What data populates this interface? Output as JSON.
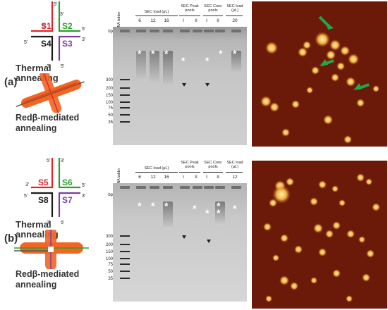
{
  "panels": [
    {
      "label": "(a)",
      "strands": [
        "S1",
        "S2",
        "S4",
        "S3"
      ],
      "thermal_label": "Thermal annealing",
      "redb_label_line1": "Redβ-mediated",
      "redb_label_line2": "annealing",
      "gel": {
        "ladder_title": "DNA ladder",
        "bp_unit": "bp",
        "groups": [
          {
            "name": "SEC load (μL)",
            "lanes": [
              "6",
              "12",
              "16"
            ]
          },
          {
            "name": "SEC Peak pools",
            "lanes": [
              "I",
              "II"
            ]
          },
          {
            "name": "SEC Conc pools",
            "lanes": [
              "I",
              "II"
            ]
          },
          {
            "name": "SEC load (μL)",
            "lanes": [
              "20"
            ]
          }
        ],
        "ladder_bp": [
          "300",
          "200",
          "150",
          "100",
          "75",
          "50",
          "35"
        ]
      },
      "afm_arrows": 3
    },
    {
      "label": "(b)",
      "strands": [
        "S5",
        "S6",
        "S8",
        "S7"
      ],
      "thermal_label": "Thermal annealing",
      "redb_label_line1": "Redβ-mediated",
      "redb_label_line2": "annealing",
      "gel": {
        "ladder_title": "DNA ladder",
        "bp_unit": "bp",
        "groups": [
          {
            "name": "SEC load (μL)",
            "lanes": [
              "6",
              "12",
              "16"
            ]
          },
          {
            "name": "SEC Peak pools",
            "lanes": [
              "I",
              "II"
            ]
          },
          {
            "name": "SEC Conc pools",
            "lanes": [
              "I",
              "II"
            ]
          },
          {
            "name": "SEC load (μL)",
            "lanes": [
              "12"
            ]
          }
        ],
        "ladder_bp": [
          "300",
          "200",
          "150",
          "100",
          "75",
          "50",
          "35"
        ]
      },
      "afm_arrows": 0
    }
  ],
  "end_labels": [
    "5'",
    "3'"
  ],
  "star_symbol": "*",
  "colors": {
    "strand_red": "#e0262a",
    "strand_green": "#2ca02c",
    "strand_black": "#1a1a1a",
    "strand_purple": "#7b3fa0",
    "model_orange": "#f26522",
    "afm_background": "#6b1a0a",
    "afm_particle": "#f0b040",
    "arrow_green": "#1fa84a"
  }
}
